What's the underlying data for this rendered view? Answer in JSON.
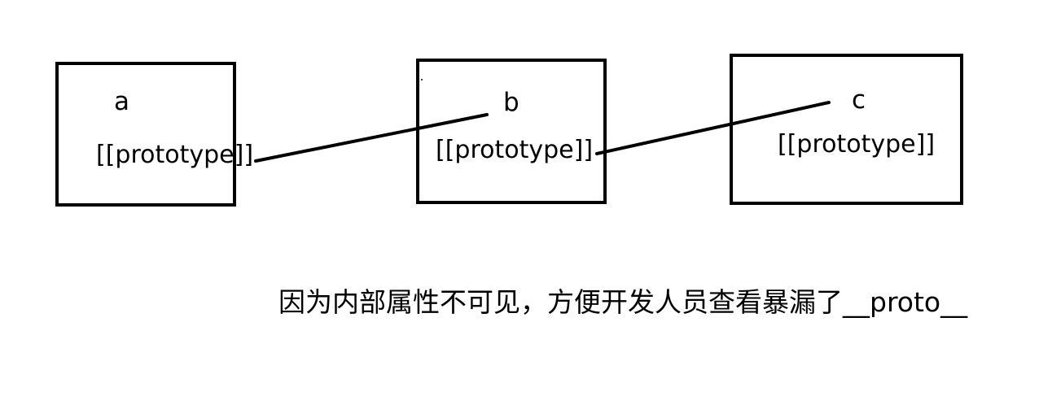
{
  "nodes": [
    {
      "label": "a",
      "slot": "[[prototype]]"
    },
    {
      "label": "b",
      "slot": "[[prototype]]"
    },
    {
      "label": "c",
      "slot": "[[prototype]]"
    }
  ],
  "caption": "因为内部属性不可见，方便开发人员查看暴漏了__proto__",
  "colors": {
    "stroke": "#000000",
    "background": "#ffffff"
  }
}
